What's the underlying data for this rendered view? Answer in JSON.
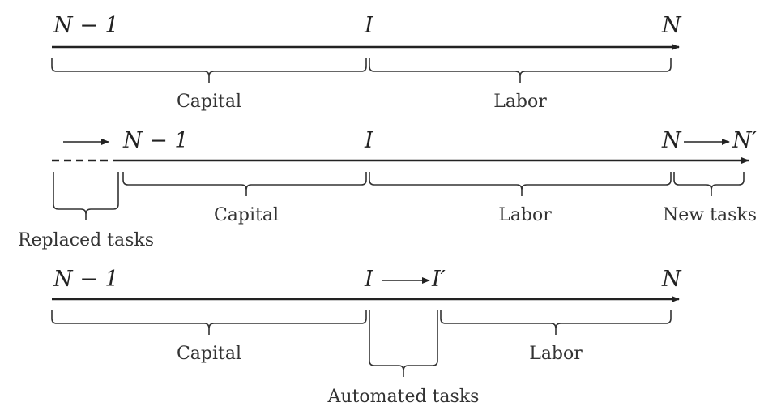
{
  "panel1": {
    "left_label": "N − 1",
    "mid_label": "I",
    "right_label": "N",
    "capital": "Capital",
    "labor": "Labor"
  },
  "panel2": {
    "left_label": "N − 1",
    "mid_label": "I",
    "right_label_from": "N",
    "right_label_to": "N′",
    "capital": "Capital",
    "labor": "Labor",
    "new_tasks": "New tasks",
    "replaced_tasks": "Replaced tasks"
  },
  "panel3": {
    "left_label": "N − 1",
    "mid_label_from": "I",
    "mid_label_to": "I′",
    "right_label": "N",
    "capital": "Capital",
    "labor": "Labor",
    "automated_tasks": "Automated tasks"
  }
}
